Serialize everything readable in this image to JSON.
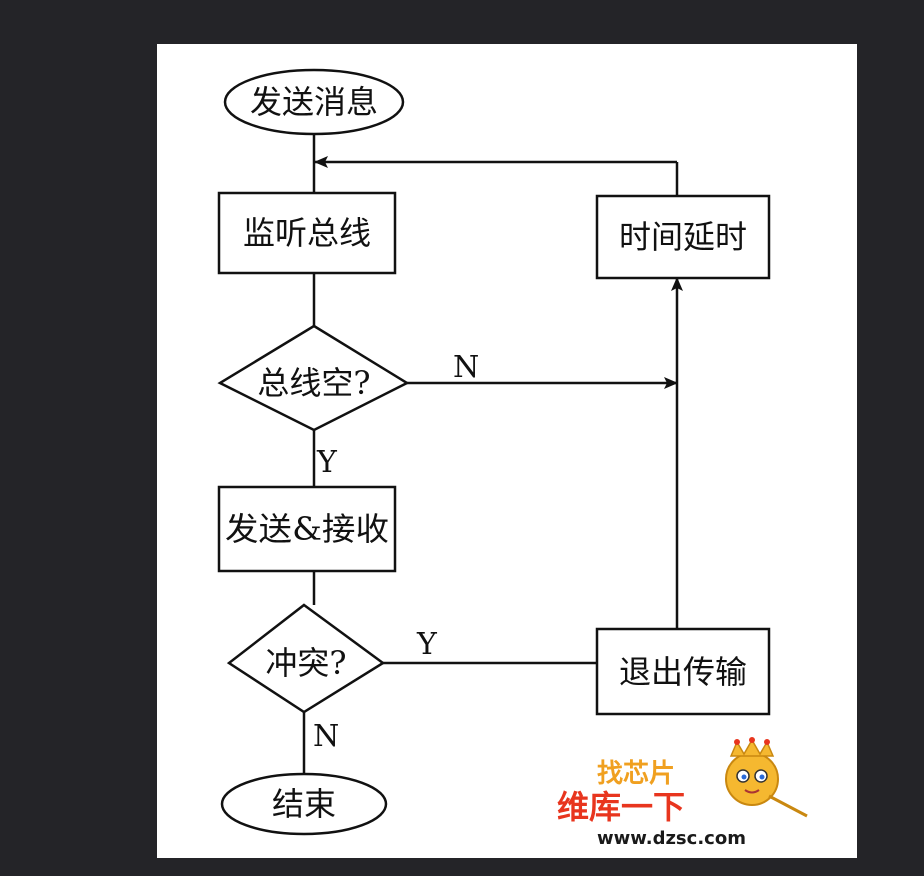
{
  "diagram": {
    "nodes": {
      "start": "发送消息",
      "listen": "监听总线",
      "bus_idle": "总线空?",
      "send_receive": "发送&接收",
      "collision": "冲突?",
      "end": "结束",
      "delay": "时间延时",
      "exit_tx": "退出传输"
    },
    "edge_labels": {
      "bus_idle_no": "N",
      "bus_idle_yes": "Y",
      "collision_yes": "Y",
      "collision_no": "N"
    }
  },
  "watermark": {
    "top": "找芯片",
    "brand": "维库一下",
    "url": "www.dzsc.com",
    "colors": {
      "brand": "#e8351e",
      "top": "#f0a020",
      "mascot": "#f5b830"
    }
  }
}
